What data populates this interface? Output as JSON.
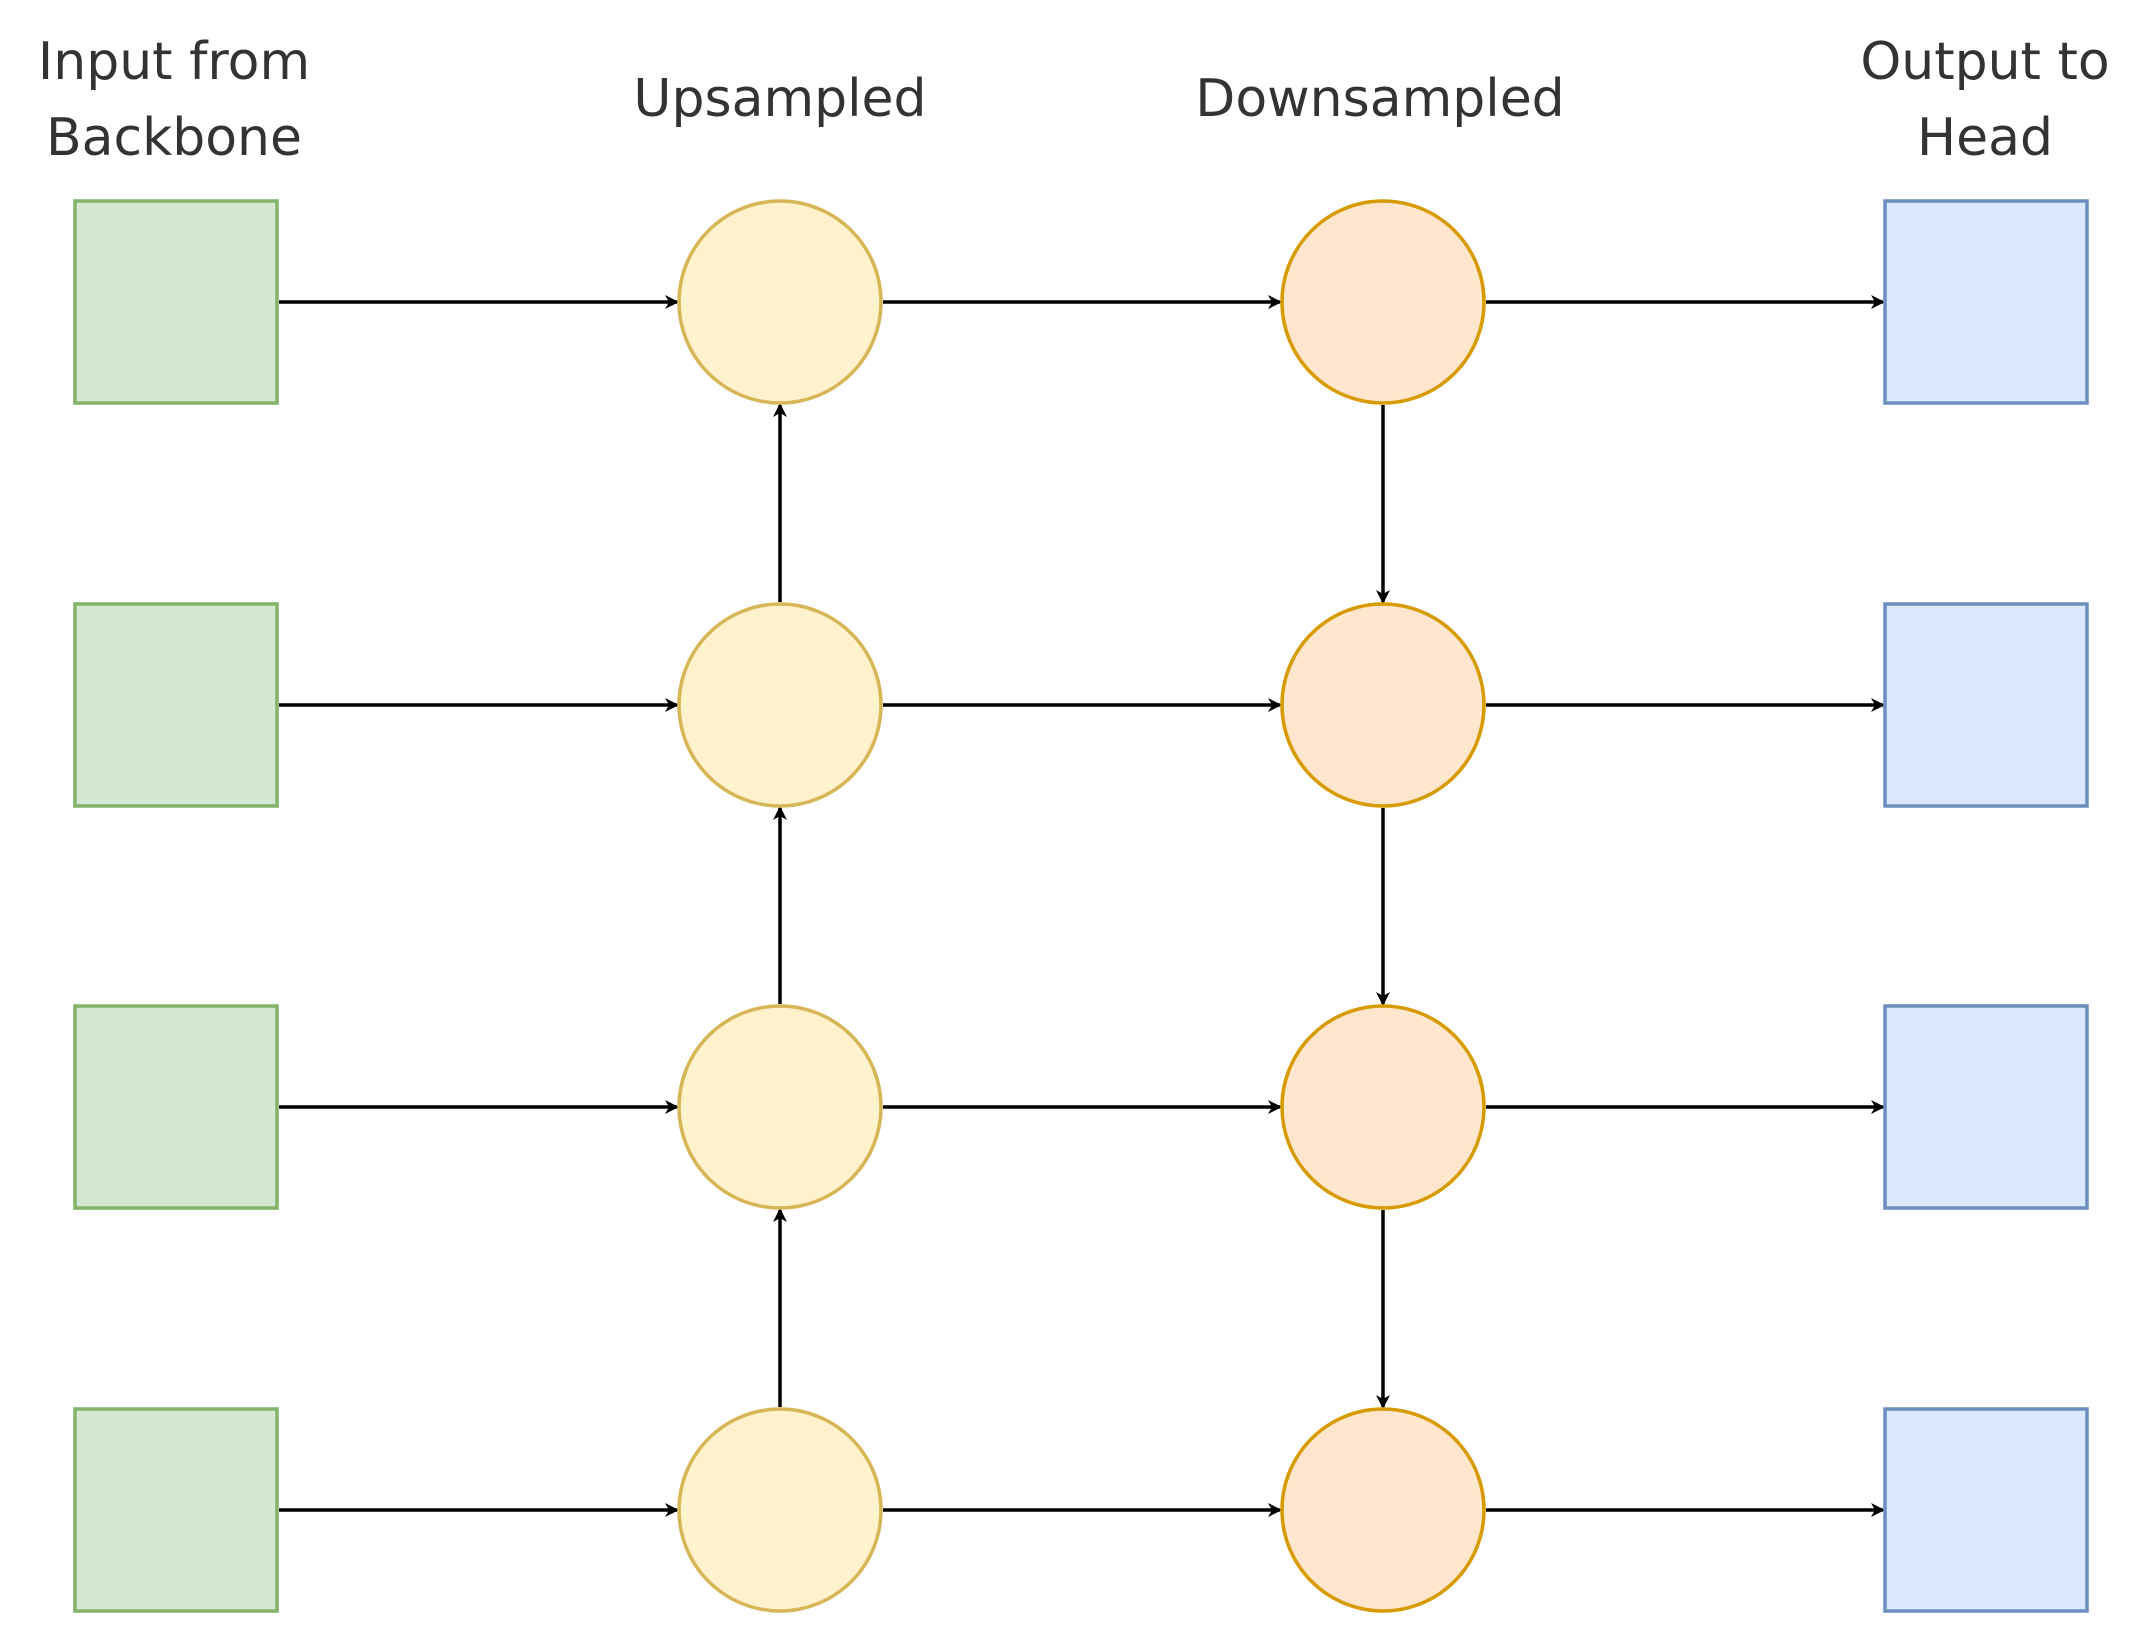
{
  "labels": {
    "input": [
      "Input from",
      "Backbone"
    ],
    "upsampled": "Upsampled",
    "downsampled": "Downsampled",
    "output": [
      "Output to",
      "Head"
    ]
  },
  "colors": {
    "input_fill": "#d5e8d4",
    "input_stroke": "#82b366",
    "upsample_fill": "#fff2cc",
    "upsample_stroke": "#d6b656",
    "downsample_fill": "#ffe6cc",
    "downsample_stroke": "#d79b00",
    "output_fill": "#dae8fc",
    "output_stroke": "#6c8ebf",
    "edge": "#000000"
  },
  "diagram": {
    "levels": 4,
    "columns": [
      "input",
      "upsampled",
      "downsampled",
      "output"
    ],
    "vertical_flow": {
      "upsampled": "bottom-to-top",
      "downsampled": "top-to-bottom"
    }
  }
}
